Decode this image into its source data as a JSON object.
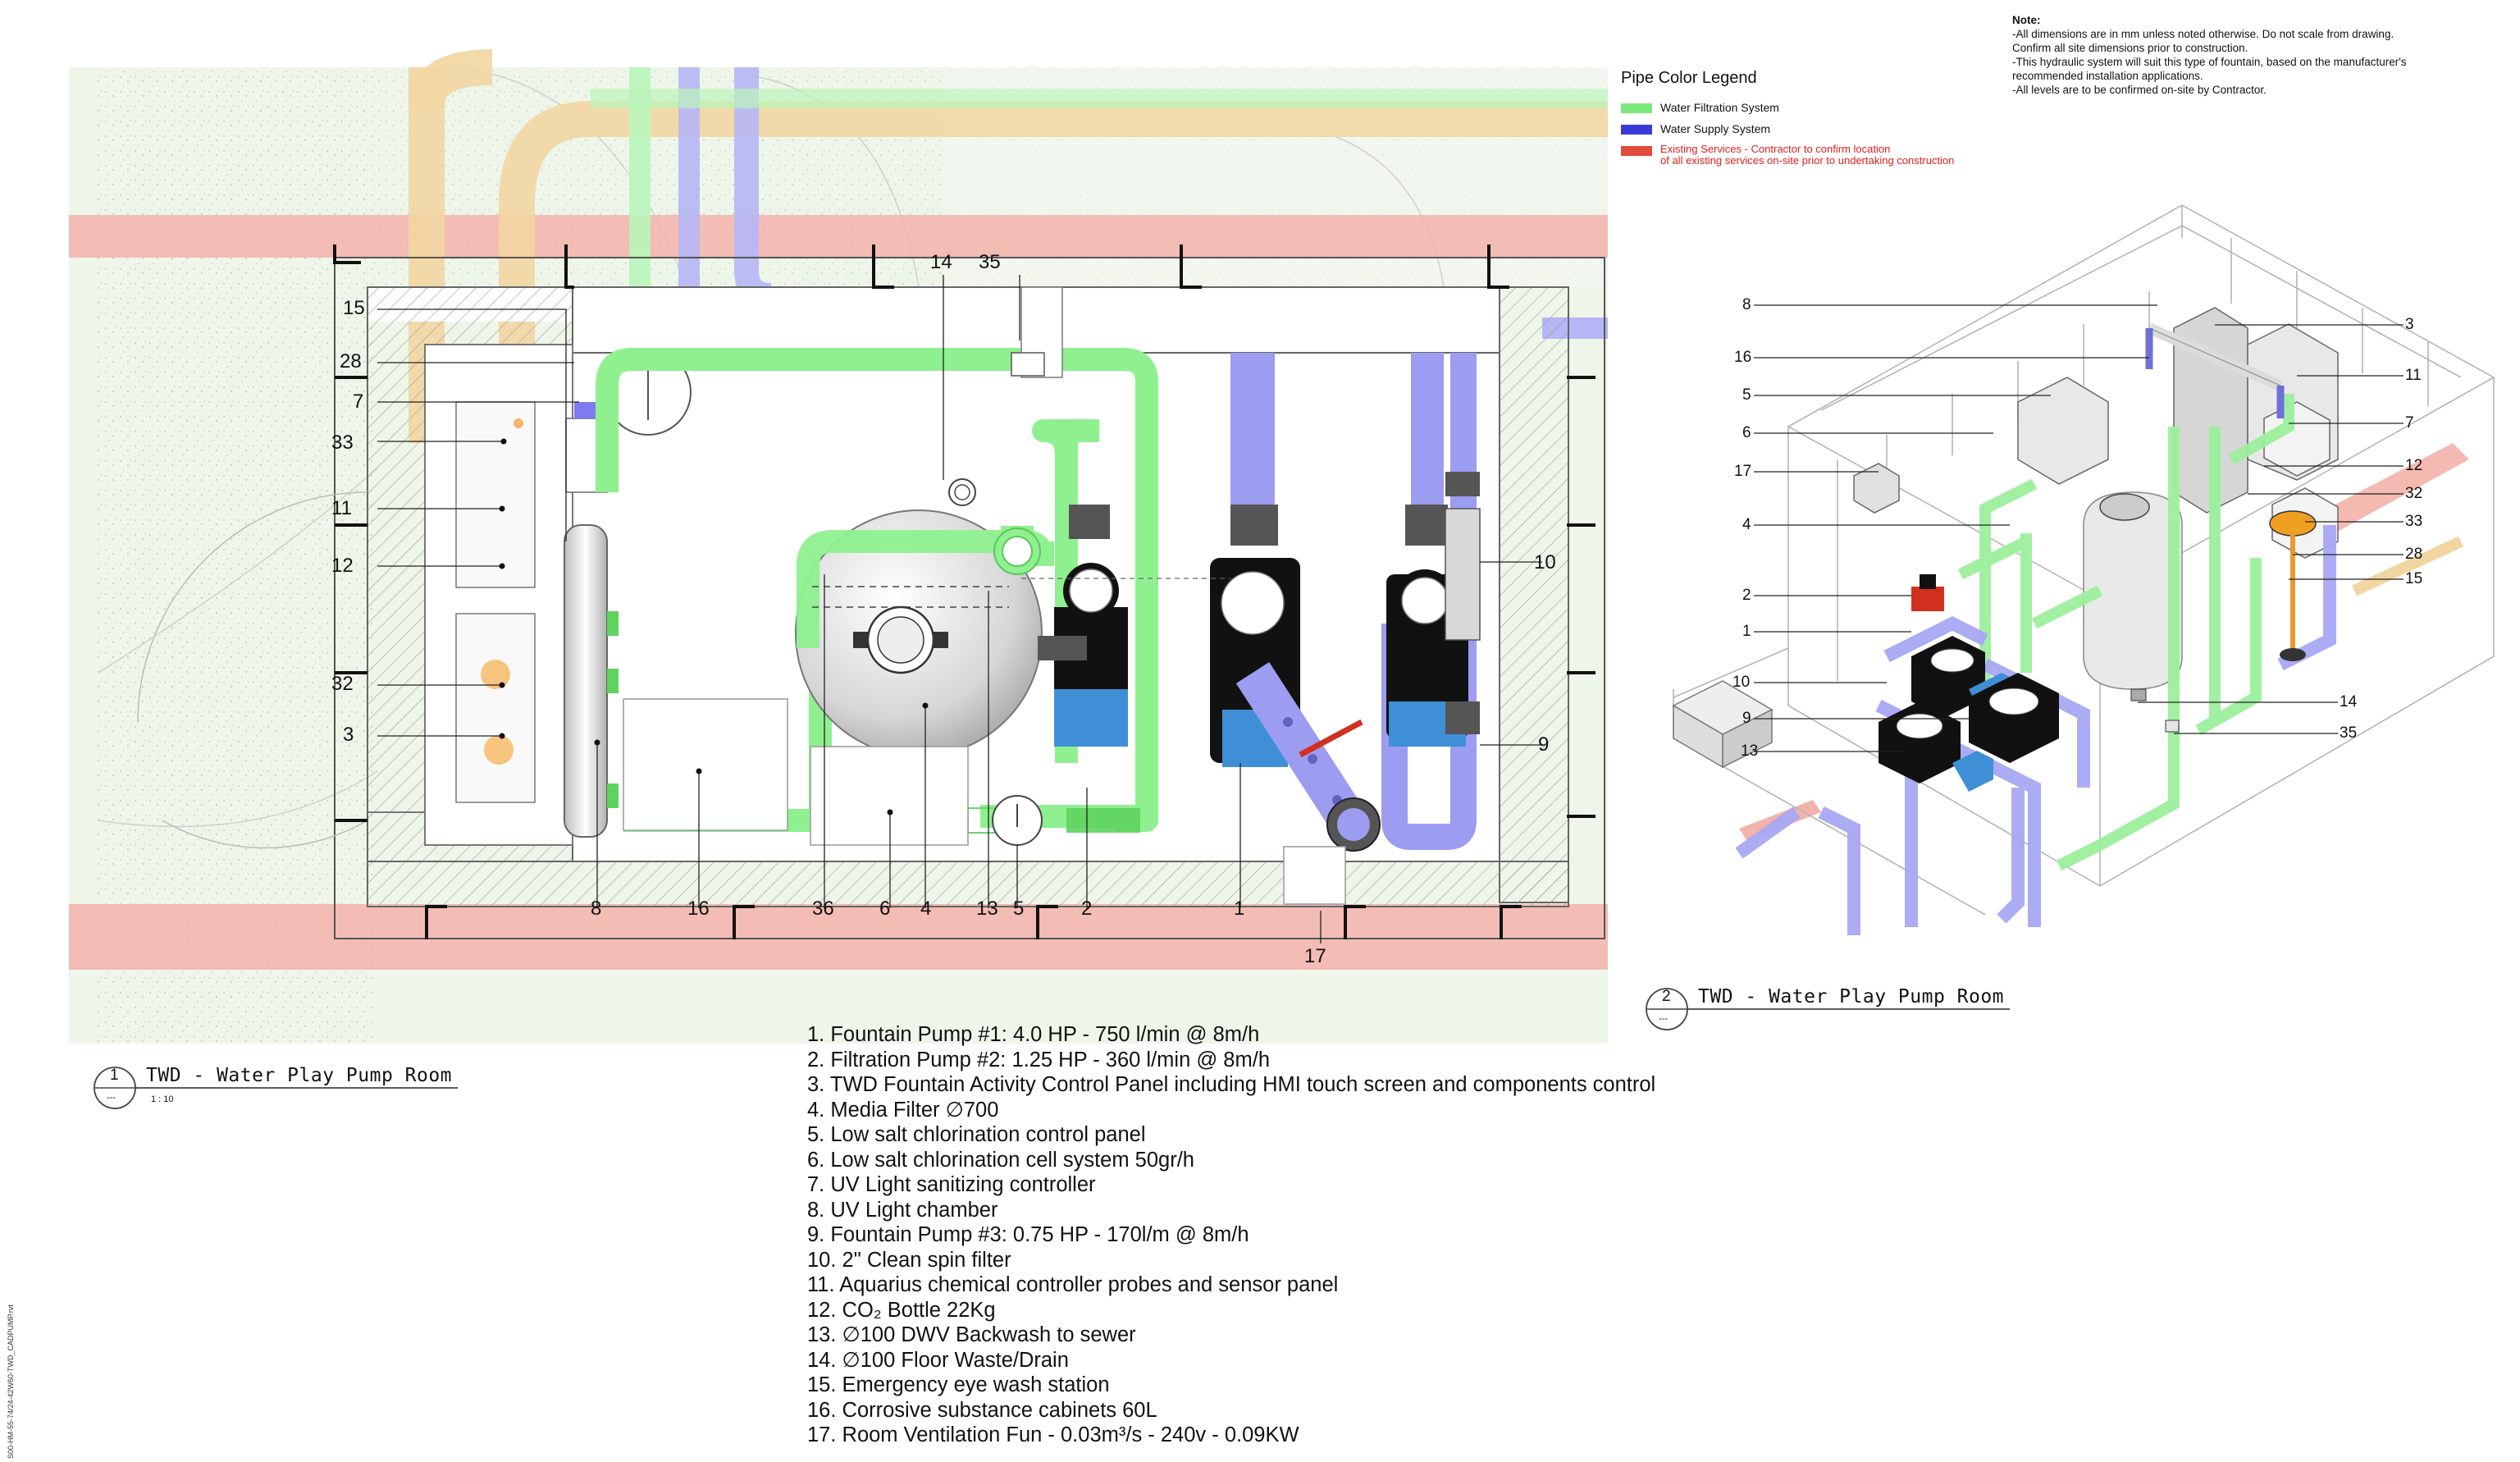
{
  "legend": {
    "title": "Pipe Color Legend",
    "items": [
      {
        "label": "Water Filtration System",
        "color": "#7de87d",
        "text_color": "#111111"
      },
      {
        "label": "Water Supply System",
        "color": "#3a3ad8",
        "text_color": "#111111"
      },
      {
        "label": "Existing Services - Contractor to confirm location\nof all existing services on-site prior to undertaking construction",
        "color": "#e24a3a",
        "text_color": "#e0201a"
      }
    ]
  },
  "note": {
    "heading": "Note:",
    "lines": [
      "-All dimensions are in mm unless noted otherwise.  Do not scale from  drawing.",
      "Confirm all site dimensions prior to construction.",
      "-This hydraulic system will suit this type of fountain, based on the manufacturer's",
      "recommended installation applications.",
      "-All levels are to be confirmed on-site by Contractor."
    ]
  },
  "view1": {
    "number": "1",
    "title": "TWD - Water Play Pump Room",
    "scale": "1 : 10",
    "ref": "---"
  },
  "view2": {
    "number": "2",
    "title": "TWD - Water Play Pump Room",
    "ref": "---"
  },
  "plan_callouts": {
    "left": [
      "15",
      "28",
      "7",
      "33",
      "11",
      "12",
      "32",
      "3"
    ],
    "top": [
      "14",
      "35"
    ],
    "right": [
      "10",
      "9"
    ],
    "bottom": [
      "8",
      "16",
      "36",
      "6",
      "4",
      "13",
      "5",
      "2",
      "1"
    ],
    "below": "17"
  },
  "iso_callouts": {
    "left": [
      "8",
      "16",
      "5",
      "6",
      "17",
      "4",
      "2",
      "1",
      "10",
      "9",
      "13"
    ],
    "right": [
      "3",
      "11",
      "7",
      "12",
      "32",
      "33",
      "28",
      "15",
      "14",
      "35"
    ]
  },
  "components": [
    "1.  Fountain Pump #1: 4.0 HP - 750 l/min @ 8m/h",
    "2.  Filtration Pump #2: 1.25 HP - 360 l/min @ 8m/h",
    "3.  TWD Fountain Activity Control Panel including HMI touch screen and components control",
    "4.  Media Filter ∅700",
    "5.  Low salt chlorination control panel",
    "6.  Low salt chlorination cell system 50gr/h",
    "7.  UV Light sanitizing controller",
    "8.  UV Light chamber",
    "9.  Fountain Pump #3: 0.75 HP - 170l/m @ 8m/h",
    "10. 2\" Clean spin filter",
    "11. Aquarius chemical controller probes and sensor panel",
    "12. CO₂ Bottle 22Kg",
    "13. ∅100 DWV Backwash to sewer",
    "14. ∅100 Floor Waste/Drain",
    "15. Emergency eye wash station",
    "16. Corrosive substance cabinets 60L",
    "17. Room Ventilation Fun - 0.03m³/s - 240v - 0.09KW"
  ],
  "side_text": "S00-HM-55-74/24-42W60-TWD_CADPUMP.rvt",
  "colors": {
    "filtration": "#8ff08f",
    "supply": "#9c9cf0",
    "existing": "#f2a8a0",
    "existing_pipe": "#f5d9a6"
  }
}
